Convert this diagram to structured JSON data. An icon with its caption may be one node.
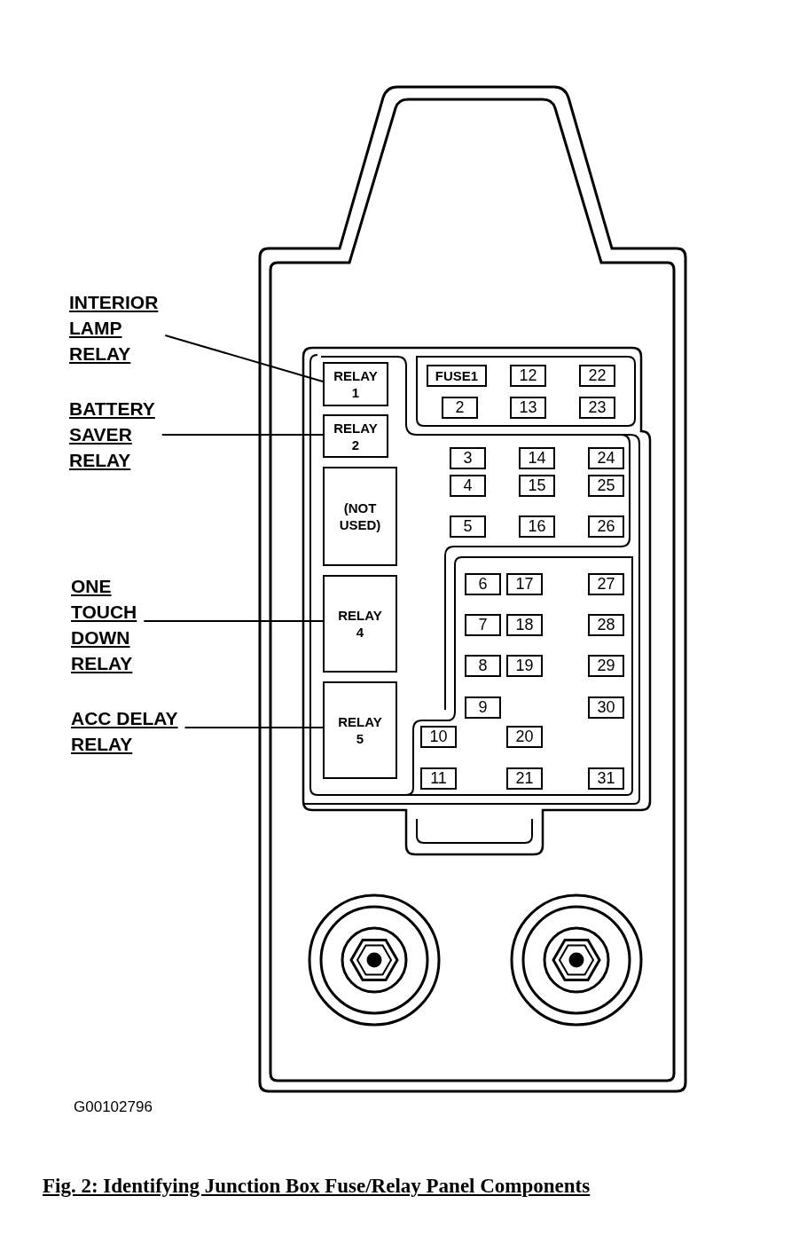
{
  "diagram": {
    "caption": "Fig. 2: Identifying Junction Box Fuse/Relay Panel Components",
    "nodes": [
      {
        "text": [
          "INTERIOR LAMP RELAY"
        ]
      },
      {
        "text": [
          "BATTERY SAVER RELAY"
        ]
      },
      {
        "text": [
          "ONE TOUCH DOWN RELAY"
        ]
      },
      {
        "text": [
          "ACC DELAY RELAY"
        ]
      },
      {
        "text": [
          "RELAY 1"
        ]
      },
      {
        "text": [
          "RELAY 2"
        ]
      },
      {
        "text": [
          "(NOT USED)"
        ]
      },
      {
        "text": [
          "RELAY 4"
        ]
      },
      {
        "text": [
          "RELAY 5"
        ]
      },
      {
        "text": [
          "FUSE1"
        ]
      },
      {
        "text": [
          "2"
        ]
      },
      {
        "text": [
          "3"
        ]
      },
      {
        "text": [
          "4"
        ]
      },
      {
        "text": [
          "5"
        ]
      },
      {
        "text": [
          "6"
        ]
      },
      {
        "text": [
          "7"
        ]
      },
      {
        "text": [
          "8"
        ]
      },
      {
        "text": [
          "9"
        ]
      },
      {
        "text": [
          "10"
        ]
      },
      {
        "text": [
          "11"
        ]
      },
      {
        "text": [
          "12"
        ]
      },
      {
        "text": [
          "13"
        ]
      },
      {
        "text": [
          "14"
        ]
      },
      {
        "text": [
          "15"
        ]
      },
      {
        "text": [
          "16"
        ]
      },
      {
        "text": [
          "17"
        ]
      },
      {
        "text": [
          "18"
        ]
      },
      {
        "text": [
          "19"
        ]
      },
      {
        "text": [
          "20"
        ]
      },
      {
        "text": [
          "21"
        ]
      },
      {
        "text": [
          "22"
        ]
      },
      {
        "text": [
          "23"
        ]
      },
      {
        "text": [
          "24"
        ]
      },
      {
        "text": [
          "25"
        ]
      },
      {
        "text": [
          "26"
        ]
      },
      {
        "text": [
          "27"
        ]
      },
      {
        "text": [
          "28"
        ]
      },
      {
        "text": [
          "29"
        ]
      },
      {
        "text": [
          "30"
        ]
      },
      {
        "text": [
          "31"
        ]
      }
    ],
    "edges": [
      {
        "from": 0,
        "to": 4,
        "arrow": "none"
      },
      {
        "from": 1,
        "to": 5,
        "arrow": "none"
      },
      {
        "from": 2,
        "to": 7,
        "arrow": "none"
      },
      {
        "from": 3,
        "to": 8,
        "arrow": "none"
      }
    ],
    "labels": [
      "G00102796"
    ]
  }
}
